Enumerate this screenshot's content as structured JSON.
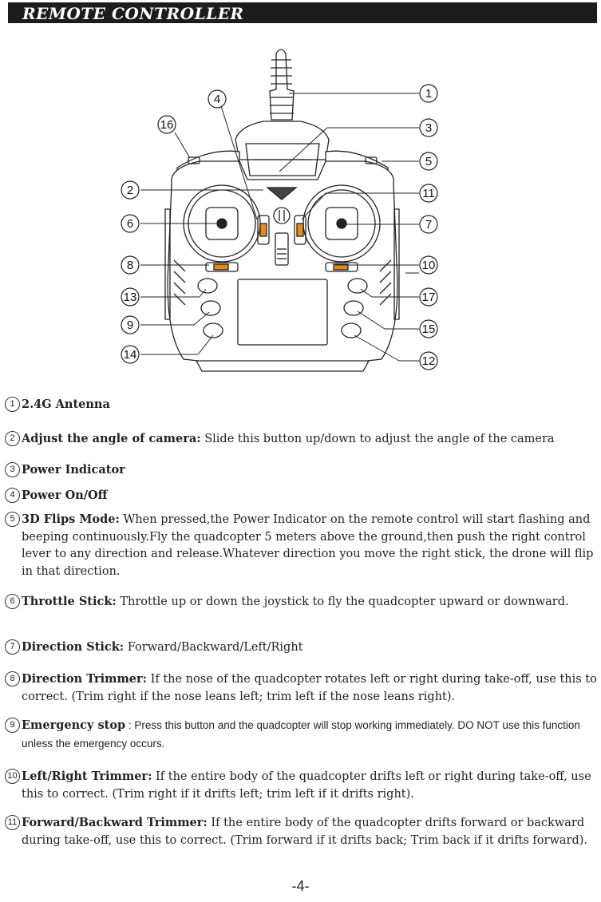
{
  "header": {
    "title": "REMOTE CONTROLLER"
  },
  "callouts": [
    "1",
    "2",
    "3",
    "4",
    "5",
    "6",
    "7",
    "8",
    "9",
    "10",
    "11",
    "12",
    "13",
    "14",
    "15",
    "16",
    "17"
  ],
  "items": [
    {
      "num": "1",
      "heading": "2.4G Antenna",
      "text": ""
    },
    {
      "num": "2",
      "heading": "Adjust the angle of camera:",
      "text": " Slide this button up/down to adjust the angle of the camera"
    },
    {
      "num": "3",
      "heading": "Power Indicator",
      "text": ""
    },
    {
      "num": "4",
      "heading": "Power On/Off",
      "text": ""
    },
    {
      "num": "5",
      "heading": "3D Flips Mode:",
      "text": " When pressed,the Power Indicator on the remote control will start flashing and beeping continuously.Fly the quadcopter 5 meters above the ground,then push the right control lever to any direction and release.Whatever direction you move the right stick, the drone will flip in that direction."
    },
    {
      "num": "6",
      "heading": "Throttle Stick:",
      "text": " Throttle up or down the joystick to fly the quadcopter upward or downward."
    },
    {
      "num": "7",
      "heading": "Direction Stick:",
      "text": " Forward/Backward/Left/Right"
    },
    {
      "num": "8",
      "heading": "Direction Trimmer:",
      "text": " If the nose of the quadcopter rotates left or right during take-off, use this to correct. (Trim right if the nose leans left; trim left if the nose leans right)."
    },
    {
      "num": "9",
      "heading": "Emergency stop",
      "text": " : Press this button and the quadcopter will stop working immediately. DO NOT use this function unless the emergency occurs."
    },
    {
      "num": "10",
      "heading": "Left/Right Trimmer:",
      "text": " If the entire body of the quadcopter drifts left or right during take-off, use this to correct. (Trim right if it drifts left; trim left if it drifts right)."
    },
    {
      "num": "11",
      "heading": "Forward/Backward Trimmer:",
      "text": " If the entire body of the quadcopter drifts forward or backward during take-off, use this to correct. (Trim forward if it drifts back; Trim back if it drifts forward)."
    }
  ],
  "footer": {
    "page_number": "-4-"
  }
}
